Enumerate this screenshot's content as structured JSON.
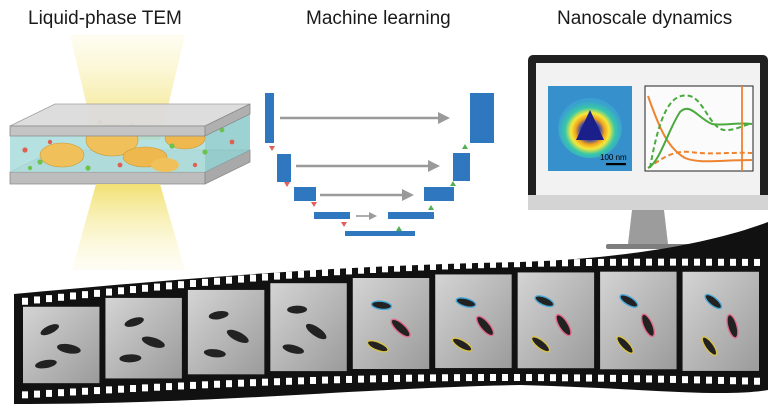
{
  "headings": {
    "tem": "Liquid-phase TEM",
    "ml": "Machine learning",
    "nano": "Nanoscale dynamics"
  },
  "monitor": {
    "scale_bar_label": "100 nm"
  },
  "colors": {
    "unet_block": "#2f78c0",
    "unet_arrow": "#9a9a9a",
    "down_marker": "#e0605a",
    "up_marker": "#52b052",
    "beam": "#f1e07a",
    "liquid": "#a9dcdc",
    "plot_orange": "#ee8330",
    "plot_green": "#4aaa3e",
    "film": "#111111"
  },
  "film_frames": 9
}
